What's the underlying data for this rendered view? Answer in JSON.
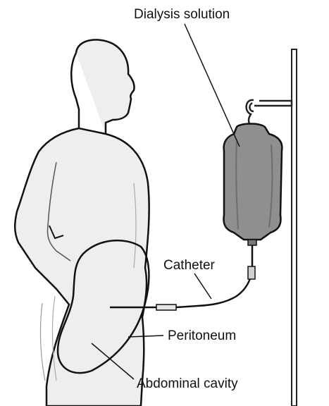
{
  "labels": {
    "dialysis_solution": "Dialysis solution",
    "catheter": "Catheter",
    "peritoneum": "Peritoneum",
    "abdominal_cavity": "Abdominal cavity"
  },
  "colors": {
    "ink": "#111111",
    "bag_fill": "#8c8c8c",
    "body_fill": "#ececec",
    "pole": "#222222"
  }
}
